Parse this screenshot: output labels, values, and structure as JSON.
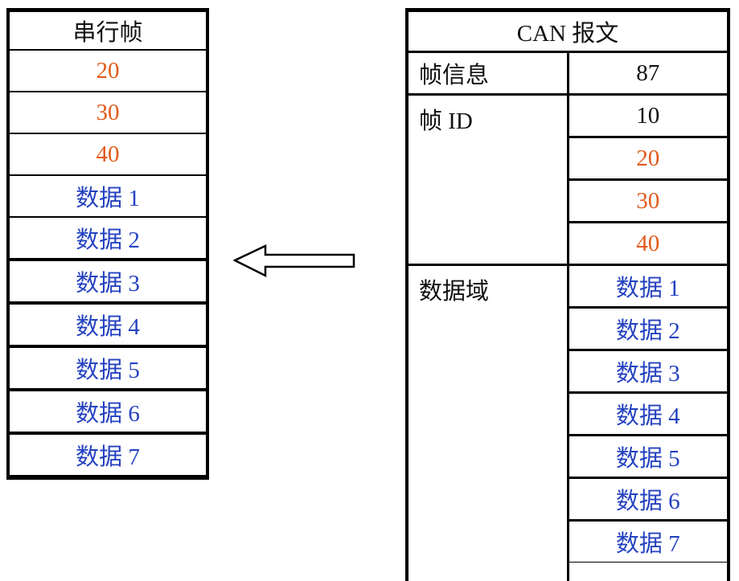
{
  "colors": {
    "orange": "#E25A1C",
    "blue": "#2442C0",
    "ink": "#111111"
  },
  "left_table": {
    "title": "串行帧",
    "rows": [
      {
        "text": "20",
        "color": "orange"
      },
      {
        "text": "30",
        "color": "orange"
      },
      {
        "text": "40",
        "color": "orange"
      },
      {
        "text": "数据 1",
        "color": "blue"
      },
      {
        "text": "数据 2",
        "color": "blue"
      },
      {
        "text": "数据 3",
        "color": "blue"
      },
      {
        "text": "数据 4",
        "color": "blue"
      },
      {
        "text": "数据 5",
        "color": "blue"
      },
      {
        "text": "数据 6",
        "color": "blue"
      },
      {
        "text": "数据 7",
        "color": "blue"
      }
    ]
  },
  "arrow": {
    "direction": "left",
    "style": "hollow-block-arrow"
  },
  "right_table": {
    "title": "CAN 报文",
    "sections": [
      {
        "label": "帧信息",
        "values": [
          {
            "text": "87",
            "color": "ink"
          }
        ]
      },
      {
        "label": "帧 ID",
        "values": [
          {
            "text": "10",
            "color": "ink"
          },
          {
            "text": "20",
            "color": "orange"
          },
          {
            "text": "30",
            "color": "orange"
          },
          {
            "text": "40",
            "color": "orange"
          }
        ]
      },
      {
        "label": "数据域",
        "values": [
          {
            "text": "数据 1",
            "color": "blue"
          },
          {
            "text": "数据 2",
            "color": "blue"
          },
          {
            "text": "数据 3",
            "color": "blue"
          },
          {
            "text": "数据 4",
            "color": "blue"
          },
          {
            "text": "数据 5",
            "color": "blue"
          },
          {
            "text": "数据 6",
            "color": "blue"
          },
          {
            "text": "数据 7",
            "color": "blue"
          },
          {
            "text": "",
            "color": "ink"
          }
        ]
      }
    ]
  }
}
